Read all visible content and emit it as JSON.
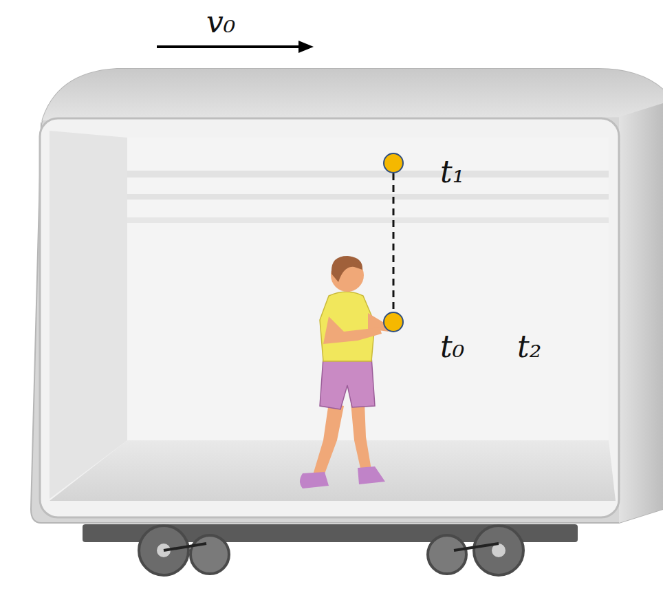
{
  "diagram": {
    "labels": [
      "v₀",
      "t₁",
      "t₀",
      "t₂"
    ]
  }
}
